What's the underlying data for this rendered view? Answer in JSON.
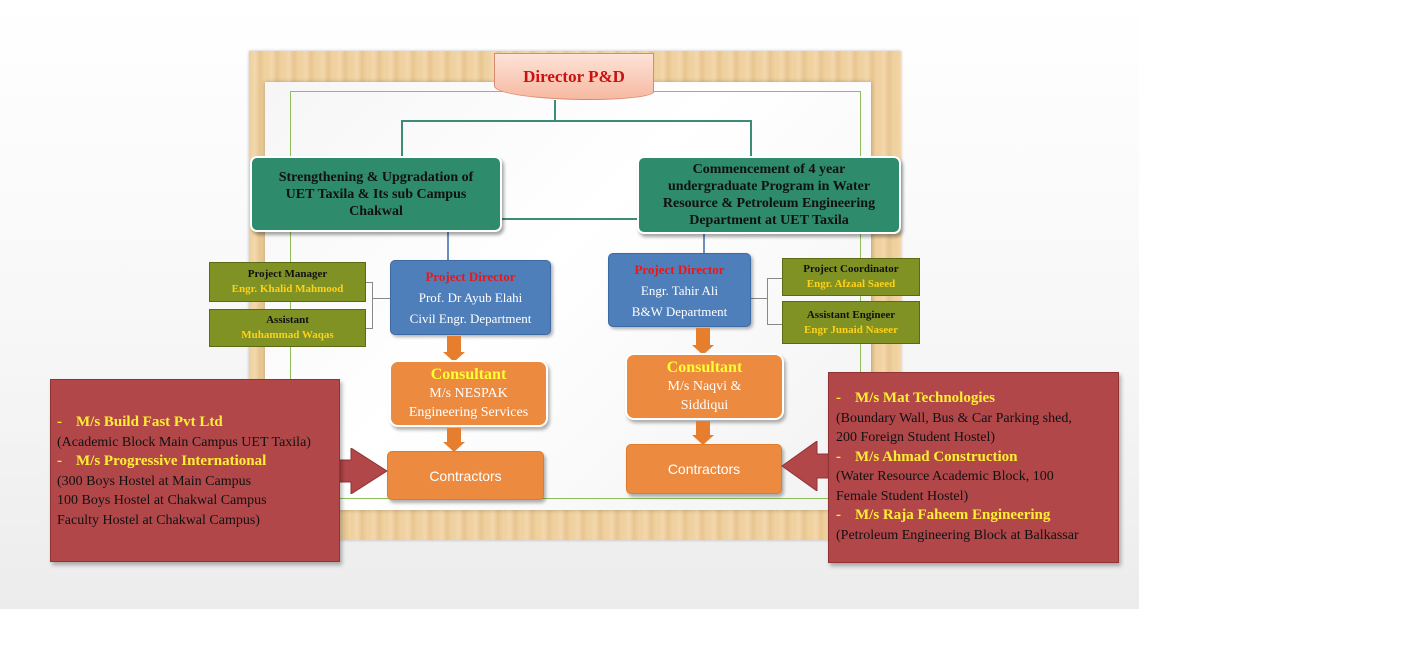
{
  "director": {
    "label": "Director P&D"
  },
  "projects": [
    {
      "title_lines": [
        "Strengthening & Upgradation of",
        "UET Taxila & Its sub Campus",
        "Chakwal"
      ]
    },
    {
      "title_lines": [
        "Commencement of  4 year",
        "undergraduate Program in Water",
        "Resource & Petroleum Engineering",
        "Department at UET Taxila"
      ]
    }
  ],
  "left": {
    "project_director": {
      "title": "Project Director",
      "name": "Prof. Dr Ayub Elahi",
      "dept": "Civil  Engr. Department"
    },
    "staff": [
      {
        "role": "Project Manager",
        "name": "Engr. Khalid Mahmood"
      },
      {
        "role": "Assistant",
        "name": "Muhammad Waqas"
      }
    ],
    "consultant": {
      "title": "Consultant",
      "lines": [
        "M/s NESPAK",
        "Engineering Services"
      ]
    },
    "contractors_label": "Contractors",
    "contractors": [
      {
        "firm": "M/s Build Fast Pvt Ltd",
        "details": [
          "(Academic Block Main Campus UET Taxila)"
        ]
      },
      {
        "firm": "M/s Progressive International",
        "details": [
          "(300 Boys Hostel at Main Campus",
          "100 Boys Hostel at Chakwal Campus",
          "Faculty Hostel at Chakwal Campus)"
        ]
      }
    ]
  },
  "right": {
    "project_director": {
      "title": "Project Director",
      "name": "Engr. Tahir Ali",
      "dept": "B&W Department"
    },
    "staff": [
      {
        "role": "Project Coordinator",
        "name": "Engr. Afzaal Saeed"
      },
      {
        "role": "Assistant Engineer",
        "name": "Engr Junaid Naseer"
      }
    ],
    "consultant": {
      "title": "Consultant",
      "lines": [
        "M/s Naqvi &",
        "Siddiqui"
      ]
    },
    "contractors_label": "Contractors",
    "contractors": [
      {
        "firm": "M/s Mat Technologies",
        "details": [
          "(Boundary Wall, Bus & Car Parking shed,",
          "200 Foreign Student Hostel)"
        ]
      },
      {
        "firm": "M/s Ahmad Construction",
        "details": [
          "(Water Resource Academic Block, 100",
          "Female Student Hostel)"
        ]
      },
      {
        "firm": "M/s Raja Faheem Engineering",
        "details": [
          "(Petroleum Engineering Block at Balkassar"
        ]
      }
    ]
  },
  "bullet": "-",
  "colors": {
    "green": "#2e8b6b",
    "blue": "#4f7fba",
    "olive": "#7f9223",
    "orange": "#ec8a3f",
    "red": "#b2474a",
    "yellow_text": "#ffef33",
    "red_text": "#cc1111"
  }
}
